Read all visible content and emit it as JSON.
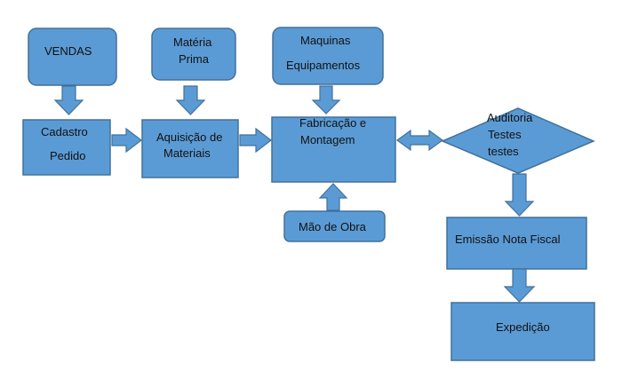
{
  "colors": {
    "fill": "#5b9bd5",
    "stroke": "#41719c",
    "text": "#111111"
  },
  "nodes": {
    "vendas": {
      "line1": "VENDAS"
    },
    "materia_prima": {
      "line1": "Matéria",
      "line2": "Prima"
    },
    "maquinas": {
      "line1": "Maquinas",
      "line2": "Equipamentos"
    },
    "cadastro": {
      "line1": "Cadastro",
      "line2": "Pedido"
    },
    "aquisicao": {
      "line1": "Aquisição de",
      "line2": "Materiais"
    },
    "fabricacao": {
      "line1": "Fabricação e",
      "line2": "Montagem"
    },
    "auditoria": {
      "line1": "Auditoria",
      "line2": "Testes",
      "line3": "testes"
    },
    "mao_de_obra": {
      "line1": "Mão de Obra"
    },
    "emissao": {
      "line1": "Emissão Nota Fiscal"
    },
    "expedicao": {
      "line1": "Expedição"
    }
  }
}
